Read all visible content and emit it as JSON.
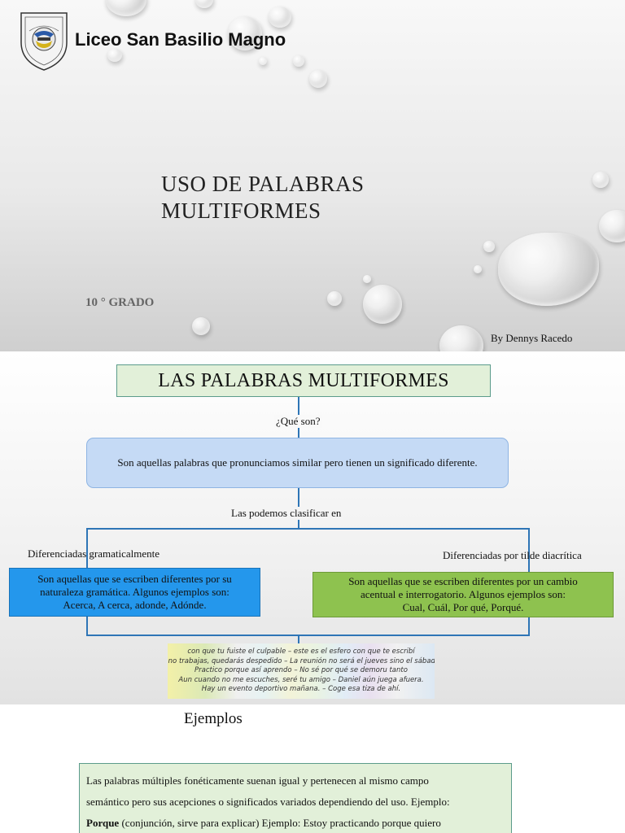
{
  "slide1": {
    "school_name": "Liceo San Basilio Magno",
    "title_line1": "USO DE PALABRAS",
    "title_line2": "MULTIFORMES",
    "grade": "10 ° GRADO",
    "author": "By Dennys Racedo"
  },
  "slide2": {
    "title": "LAS PALABRAS MULTIFORMES",
    "question": "¿Qué son?",
    "definition": "Son aquellas palabras que pronunciamos similar pero tienen un significado diferente.",
    "classify_label": "Las podemos clasificar en",
    "left_label": "Diferenciadas gramaticalmente",
    "right_label": "Diferenciadas por tilde diacrítica",
    "left_box_lines": [
      "Son aquellas que se escriben diferentes por su",
      "naturaleza gramática. Algunos ejemplos son:",
      "Acerca, A cerca, adonde, Adónde."
    ],
    "right_box_lines": [
      "Son aquellas que se escriben diferentes por un cambio",
      "acentual e interrogatorio. Algunos ejemplos son:",
      "Cual, Cuál, Por qué, Porqué."
    ],
    "example_strip_lines": [
      "con que tu fuiste el culpable – este es el esfero con que te escribí",
      "si no trabajas, quedarás despedido – La reunión no será el jueves sino el sábado.",
      "Practico porque así aprendo – No sé por qué se demoru tanto",
      "Aun cuando no me escuches, seré tu amigo – Daniel aún juega afuera.",
      "Hay un evento deportivo mañana. – Coge esa tiza de ahí."
    ]
  },
  "slide3": {
    "heading": "Ejemplos",
    "line1": "Las palabras múltiples fonéticamente suenan igual y pertenecen al mismo campo",
    "line2": "semántico pero sus acepciones o significados variados dependiendo del uso. Ejemplo:",
    "line3_bold": "Porque",
    "line3_rest": " (conjunción, sirve para explicar) Ejemplo: Estoy practicando porque quiero"
  },
  "colors": {
    "title_box": "#e2f0d9",
    "definition_box": "#c5daf5",
    "left_box": "#2497ec",
    "right_box": "#8ec24f",
    "connector": "#2e75b6"
  }
}
